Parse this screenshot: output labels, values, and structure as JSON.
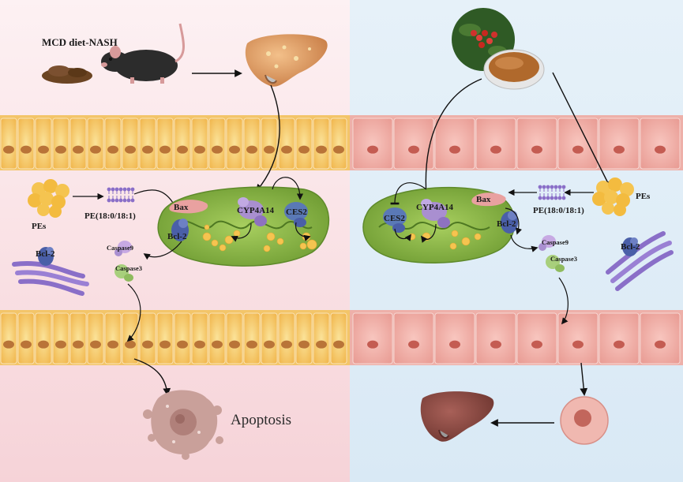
{
  "figure": {
    "left_panel": {
      "model_label": "MCD diet-NASH",
      "pes_label": "PEs",
      "pe_species_label": "PE(18:0/18:1)",
      "bax_label": "Bax",
      "bcl2_label": "Bcl-2",
      "bcl2_free_label": "Bcl-2",
      "cyp_label": "CYP4A14",
      "ces_label": "CES2",
      "casp9_label": "Caspase9",
      "casp3_label": "Caspase3",
      "outcome_label": "Apoptosis"
    },
    "right_panel": {
      "pes_label": "PEs",
      "pe_species_label": "PE(18:0/18:1)",
      "bax_label": "Bax",
      "bcl2_label": "Bcl-2",
      "bcl2_free_label": "Bcl-2",
      "cyp_label": "CYP4A14",
      "ces_label": "CES2",
      "casp9_label": "Caspase9",
      "casp3_label": "Caspase3"
    }
  },
  "colors": {
    "left_bg_top": "#fbe9ec",
    "left_bg_bottom": "#f7d7dc",
    "right_bg": "#e3eff8",
    "left_cells": "#f6c768",
    "right_cells": "#efb1aa",
    "mitochondria": "#8fbf4b",
    "lipid_droplet": "#f5c450",
    "protein_bcl2": "#4a5fa8",
    "protein_cyp": "#a98fd0",
    "protein_bax": "#e9a1a0",
    "caspase": "#a8cf7c",
    "er_purple": "#8a6fc8",
    "liver": "#d9905a"
  }
}
